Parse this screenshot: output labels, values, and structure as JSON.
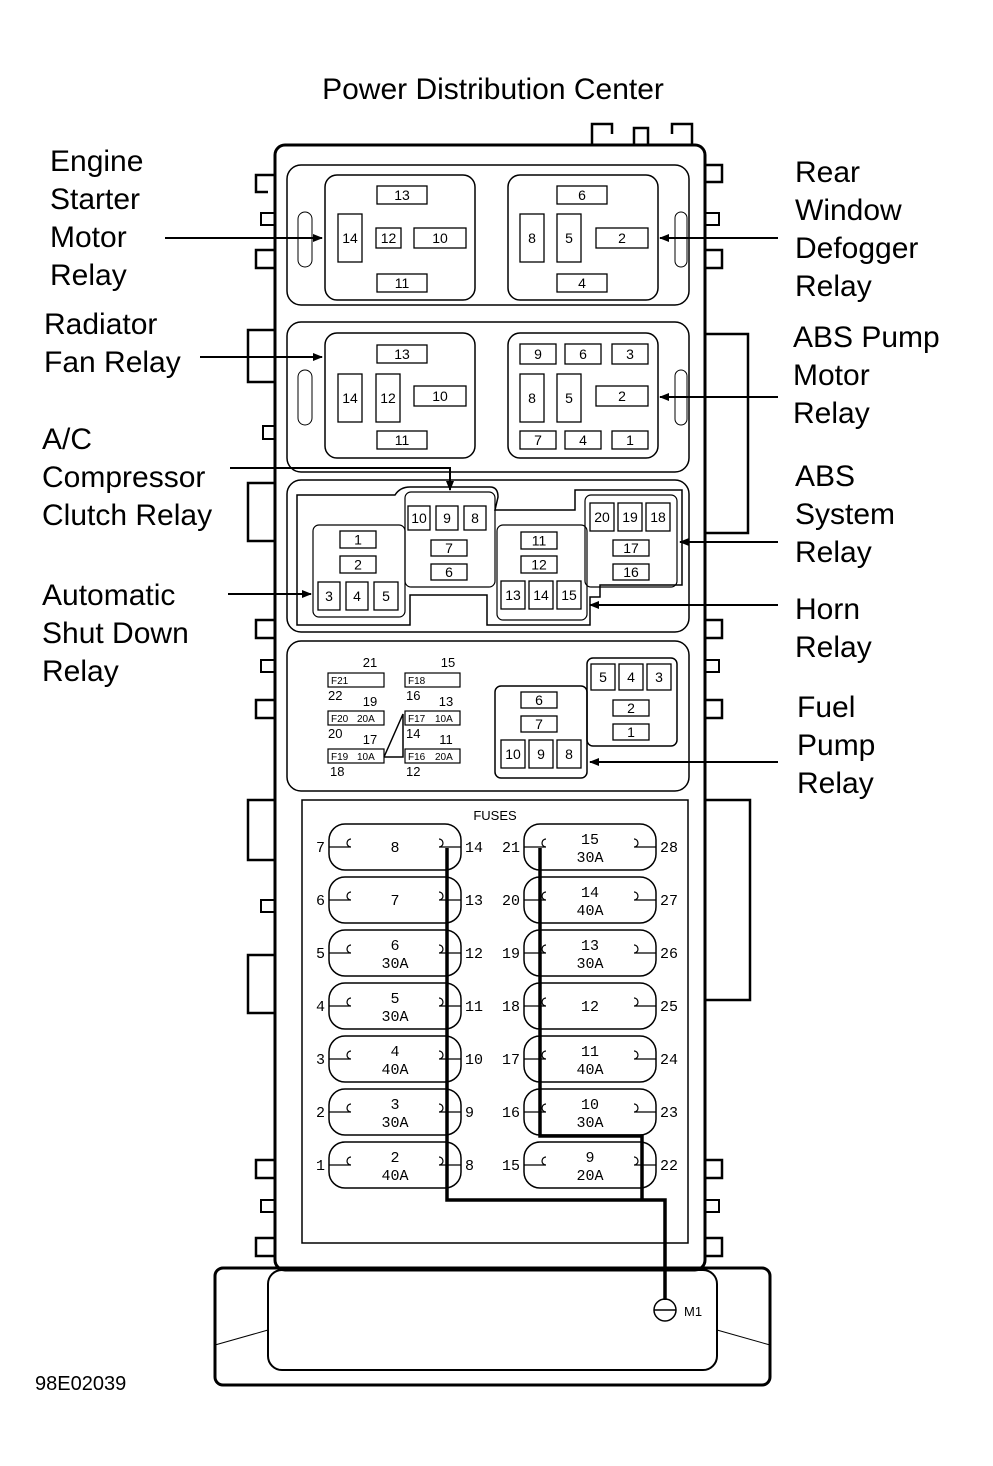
{
  "title": "Power Distribution Center",
  "figure_id": "98E02039",
  "ground_label": "M1",
  "fuses_label": "FUSES",
  "callouts": [
    {
      "key": "engine-starter-motor-relay",
      "lines": [
        "Engine",
        "Starter",
        "Motor",
        "Relay"
      ]
    },
    {
      "key": "radiator-fan-relay",
      "lines": [
        "Radiator",
        "Fan Relay"
      ]
    },
    {
      "key": "ac-compressor-clutch-relay",
      "lines": [
        "A/C",
        "Compressor",
        "Clutch Relay"
      ]
    },
    {
      "key": "automatic-shut-down-relay",
      "lines": [
        "Automatic",
        "Shut Down",
        "Relay"
      ]
    },
    {
      "key": "rear-window-defogger-relay",
      "lines": [
        "Rear",
        "Window",
        "Defogger",
        "Relay"
      ]
    },
    {
      "key": "abs-pump-motor-relay",
      "lines": [
        "ABS Pump",
        "Motor",
        "Relay"
      ]
    },
    {
      "key": "abs-system-relay",
      "lines": [
        "ABS",
        "System",
        "Relay"
      ]
    },
    {
      "key": "horn-relay",
      "lines": [
        "Horn",
        "Relay"
      ]
    },
    {
      "key": "fuel-pump-relay",
      "lines": [
        "Fuel",
        "Pump",
        "Relay"
      ]
    }
  ],
  "relay_pins": {
    "starter": [
      "13",
      "14",
      "12",
      "10",
      "11"
    ],
    "defogger": [
      "6",
      "8",
      "5",
      "2",
      "4"
    ],
    "radiator": [
      "13",
      "14",
      "12",
      "10",
      "11"
    ],
    "abs_pump": [
      "9",
      "6",
      "3",
      "8",
      "5",
      "2",
      "7",
      "4",
      "1"
    ],
    "ac": [
      "10",
      "9",
      "8",
      "7",
      "6"
    ],
    "asd": [
      "1",
      "2",
      "3",
      "4",
      "5"
    ],
    "center": [
      "11",
      "12"
    ],
    "horn": [
      "13",
      "14",
      "15"
    ],
    "abs_system": [
      "20",
      "19",
      "18",
      "17",
      "16"
    ],
    "fuel_pump": [
      "6",
      "7",
      "10",
      "9",
      "8"
    ],
    "lower_right": [
      "5",
      "4",
      "3",
      "2",
      "1"
    ]
  },
  "mini_fuses": {
    "f21": {
      "name": "F21",
      "top": "21",
      "bottom": "22"
    },
    "f18": {
      "name": "F18",
      "top": "15",
      "bottom": "16"
    },
    "f20": {
      "name": "F20",
      "rating": "20A",
      "top": "19",
      "bottom": "20"
    },
    "f17": {
      "name": "F17",
      "rating": "10A",
      "top": "13",
      "bottom": "14"
    },
    "f19": {
      "name": "F19",
      "rating": "10A",
      "top": "17",
      "bottom": "18"
    },
    "f16": {
      "name": "F16",
      "rating": "20A",
      "top": "11",
      "bottom": "12"
    }
  },
  "fuses_left": [
    {
      "num": "8",
      "rating": "",
      "left_pin": "7",
      "right_pin": "14"
    },
    {
      "num": "7",
      "rating": "",
      "left_pin": "6",
      "right_pin": "13"
    },
    {
      "num": "6",
      "rating": "30A",
      "left_pin": "5",
      "right_pin": "12"
    },
    {
      "num": "5",
      "rating": "30A",
      "left_pin": "4",
      "right_pin": "11"
    },
    {
      "num": "4",
      "rating": "40A",
      "left_pin": "3",
      "right_pin": "10"
    },
    {
      "num": "3",
      "rating": "30A",
      "left_pin": "2",
      "right_pin": "9"
    },
    {
      "num": "2",
      "rating": "40A",
      "left_pin": "1",
      "right_pin": "8"
    }
  ],
  "fuses_right": [
    {
      "num": "15",
      "rating": "30A",
      "left_pin": "21",
      "right_pin": "28"
    },
    {
      "num": "14",
      "rating": "40A",
      "left_pin": "20",
      "right_pin": "27"
    },
    {
      "num": "13",
      "rating": "30A",
      "left_pin": "19",
      "right_pin": "26"
    },
    {
      "num": "12",
      "rating": "",
      "left_pin": "18",
      "right_pin": "25"
    },
    {
      "num": "11",
      "rating": "40A",
      "left_pin": "17",
      "right_pin": "24"
    },
    {
      "num": "10",
      "rating": "30A",
      "left_pin": "16",
      "right_pin": "23"
    },
    {
      "num": "9",
      "rating": "20A",
      "left_pin": "15",
      "right_pin": "22"
    }
  ]
}
